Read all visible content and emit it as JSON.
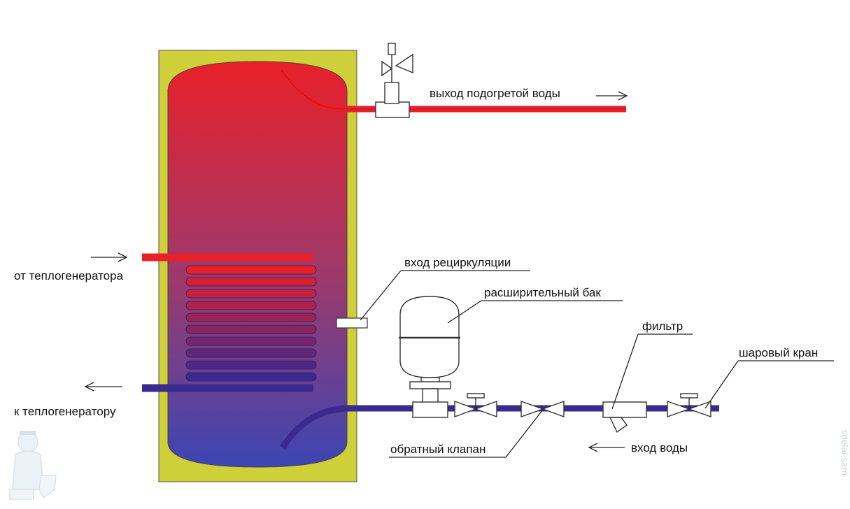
{
  "labels": {
    "hot_water_out": "выход подогретой воды",
    "from_heat_generator": "от теплогенератора",
    "to_heat_generator": "к теплогенератору",
    "recirculation_inlet": "вход рециркуляции",
    "expansion_tank": "расширительный бак",
    "filter": "фильтр",
    "ball_valve": "шаровый кран",
    "check_valve": "обратный клапан",
    "water_inlet": "вход воды"
  },
  "watermark": "sdelai-sam",
  "colors": {
    "insulation": "#cfcf3a",
    "hot": "#e8202a",
    "cold": "#3a2a90",
    "tank_top": "#e8202a",
    "tank_bottom": "#4040b0"
  }
}
